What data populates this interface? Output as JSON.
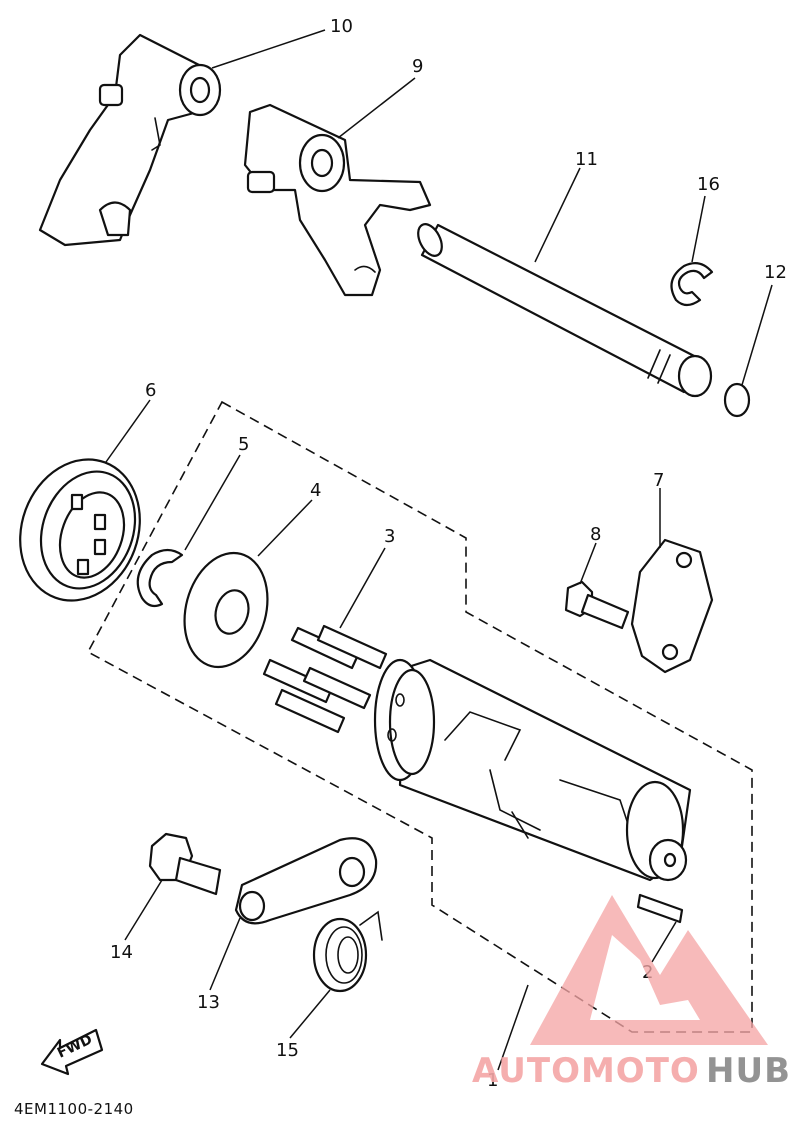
{
  "labels": {
    "l1": "1",
    "l2": "2",
    "l3": "3",
    "l4": "4",
    "l5": "5",
    "l6": "6",
    "l7": "7",
    "l8": "8",
    "l9": "9",
    "l10": "10",
    "l11": "11",
    "l12": "12",
    "l13": "13",
    "l14": "14",
    "l15": "15",
    "l16": "16"
  },
  "fwd_label": "FWD",
  "diagram_code": "4EM1100-2140",
  "watermark": {
    "part1": "AUTOMOTO",
    "part2": "HUB",
    "color1": "#f4a6a6",
    "color2": "#888888"
  }
}
